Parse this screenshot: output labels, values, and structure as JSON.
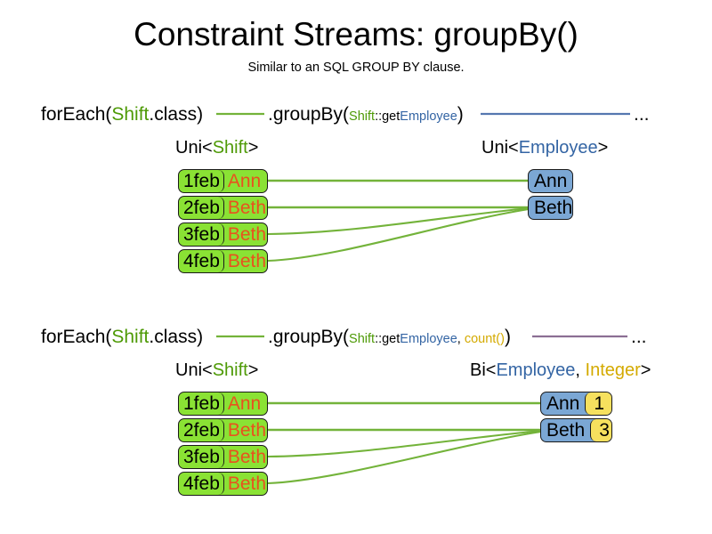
{
  "header": {
    "title": "Constraint Streams: groupBy()",
    "subtitle": "Similar to an SQL GROUP BY clause."
  },
  "colors": {
    "green_accent": "#4e9a06",
    "blue_accent": "#3465a4",
    "gold_accent": "#d4aa00",
    "shift_box_fill": "#8ae234",
    "employee_box_fill": "#7ba7d4",
    "count_box_fill": "#f6e05e",
    "shift_name_text": "#e8521e",
    "wire_green": "#73b33a",
    "wire_blue": "#5577b0",
    "wire_purple": "#8c6f94",
    "box_border": "#1a1a1a"
  },
  "rows": [
    {
      "id": "row-groupby-mapping",
      "code": {
        "for_each_prefix": "forEach(",
        "for_each_type": "Shift",
        "for_each_suffix": ".class)",
        "group_by_prefix": ".groupBy(",
        "arg_type": "Shift",
        "arg_sep": "::get",
        "arg_prop": "Employee",
        "group_by_suffix": ")",
        "ellipsis": "...",
        "connector_1_color": "#73b33a",
        "connector_2_color": "#5577b0"
      },
      "left_label": {
        "outer_open": "Uni<",
        "inner": "Shift",
        "outer_close": ">"
      },
      "right_label": {
        "outer_open": "Uni<",
        "inner": "Employee",
        "outer_close": ">"
      },
      "left_nodes": [
        {
          "date": "1feb",
          "name": "Ann"
        },
        {
          "date": "2feb",
          "name": "Beth"
        },
        {
          "date": "3feb",
          "name": "Beth"
        },
        {
          "date": "4feb",
          "name": "Beth"
        }
      ],
      "right_nodes": [
        {
          "who": "Ann",
          "count": null
        },
        {
          "who": "Beth",
          "count": null
        }
      ],
      "links": [
        {
          "from": 0,
          "to": 0
        },
        {
          "from": 1,
          "to": 1
        },
        {
          "from": 2,
          "to": 1
        },
        {
          "from": 3,
          "to": 1
        }
      ]
    },
    {
      "id": "row-groupby-count",
      "code": {
        "for_each_prefix": "forEach(",
        "for_each_type": "Shift",
        "for_each_suffix": ".class)",
        "group_by_prefix": ".groupBy(",
        "arg_type": "Shift",
        "arg_sep": "::get",
        "arg_prop": "Employee",
        "arg_comma": ", ",
        "arg_collector": "count()",
        "group_by_suffix": ")",
        "ellipsis": "...",
        "connector_1_color": "#73b33a",
        "connector_2_color": "#8c6f94"
      },
      "left_label": {
        "outer_open": "Uni<",
        "inner": "Shift",
        "outer_close": ">"
      },
      "right_label": {
        "outer_open": "Bi<",
        "inner": "Employee",
        "sep": ", ",
        "inner2": "Integer",
        "outer_close": ">"
      },
      "left_nodes": [
        {
          "date": "1feb",
          "name": "Ann"
        },
        {
          "date": "2feb",
          "name": "Beth"
        },
        {
          "date": "3feb",
          "name": "Beth"
        },
        {
          "date": "4feb",
          "name": "Beth"
        }
      ],
      "right_nodes": [
        {
          "who": "Ann",
          "count": "1"
        },
        {
          "who": "Beth",
          "count": "3"
        }
      ],
      "links": [
        {
          "from": 0,
          "to": 0
        },
        {
          "from": 1,
          "to": 1
        },
        {
          "from": 2,
          "to": 1
        },
        {
          "from": 3,
          "to": 1
        }
      ]
    }
  ]
}
